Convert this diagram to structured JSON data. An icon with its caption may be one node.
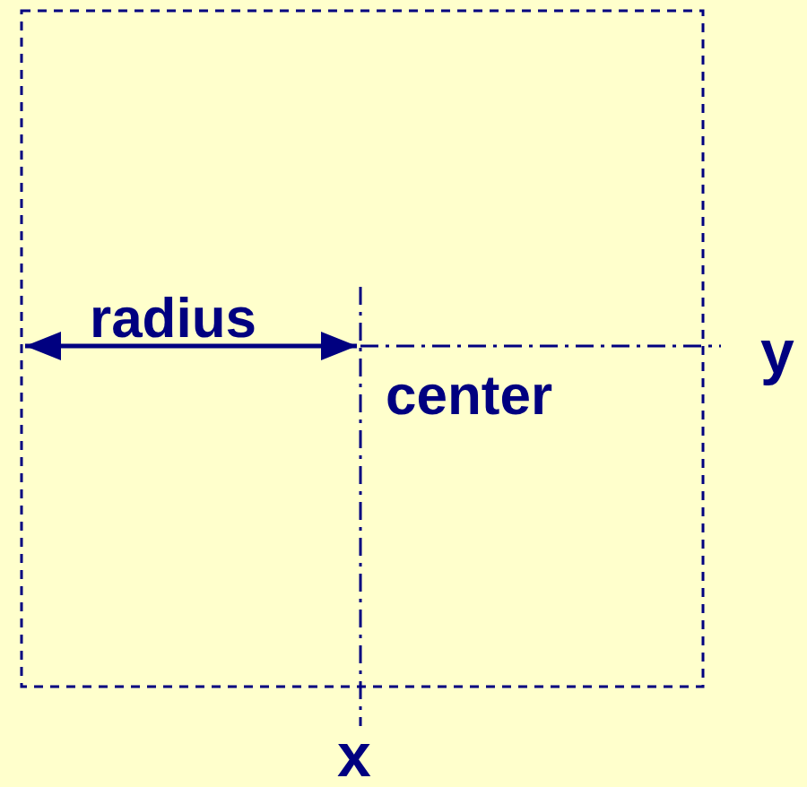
{
  "diagram": {
    "labels": [
      "radius",
      "center",
      "y",
      "x"
    ]
  }
}
